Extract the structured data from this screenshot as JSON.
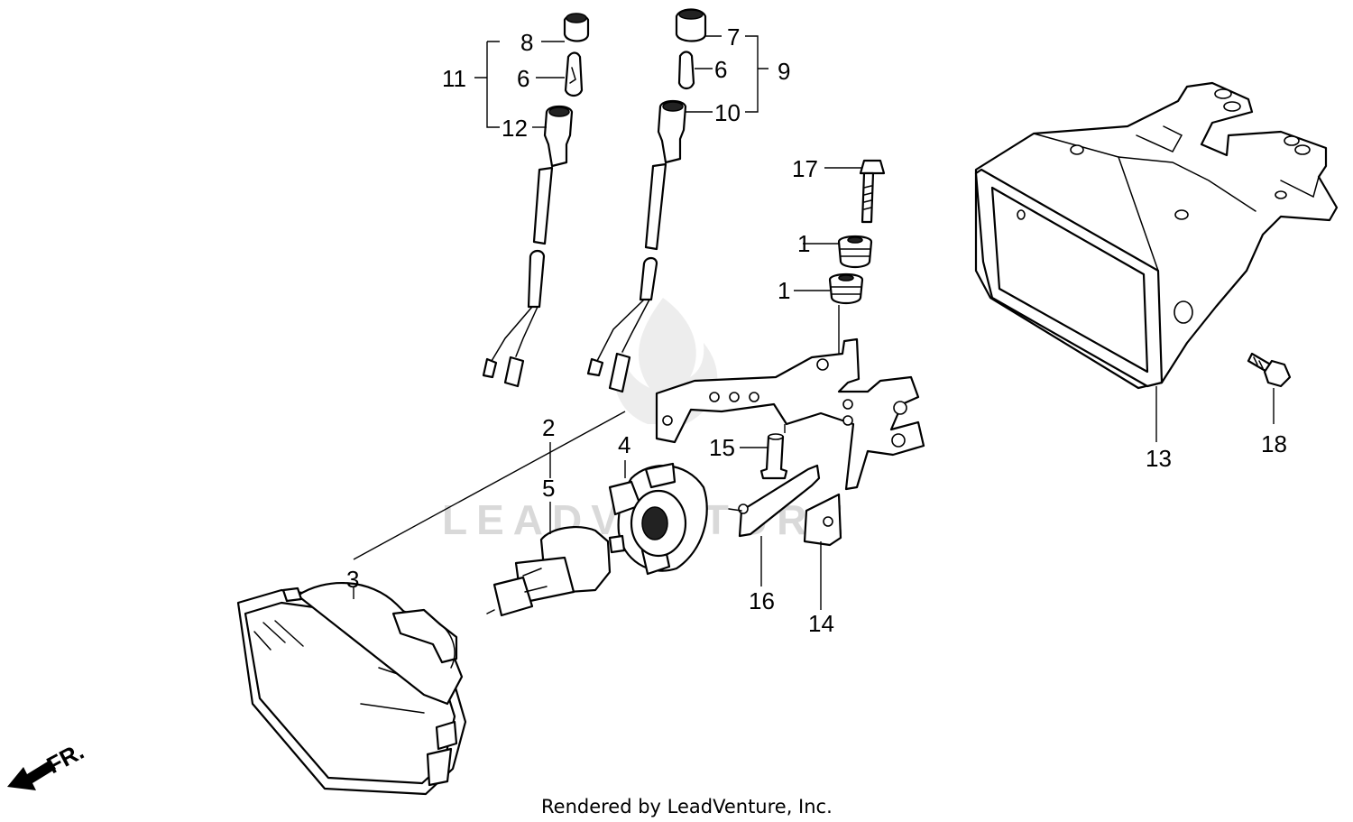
{
  "diagram": {
    "watermark": "LEADVENTURE",
    "credit": "Rendered by LeadVenture, Inc.",
    "direction_label": "FR.",
    "callouts": [
      "1",
      "1",
      "2",
      "3",
      "4",
      "5",
      "6",
      "6",
      "7",
      "8",
      "9",
      "10",
      "11",
      "12",
      "13",
      "14",
      "15",
      "16",
      "17",
      "18"
    ]
  }
}
